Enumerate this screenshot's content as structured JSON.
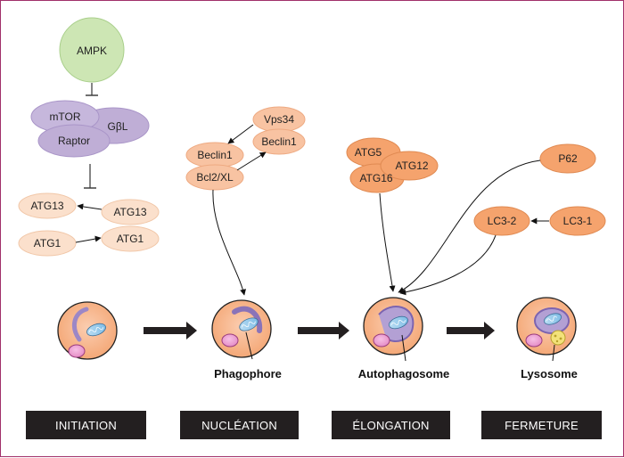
{
  "signaling": {
    "ampk": "AMPK",
    "mtor": "mTOR",
    "gbl": "GβL",
    "raptor": "Raptor",
    "atg13_left": "ATG13",
    "atg13_right": "ATG13",
    "atg1_left": "ATG1",
    "atg1_right": "ATG1",
    "vps34": "Vps34",
    "beclin1_top": "Beclin1",
    "beclin1_left": "Beclin1",
    "bcl2": "Bcl2/XL",
    "atg5": "ATG5",
    "atg12": "ATG12",
    "atg16": "ATG16",
    "p62": "P62",
    "lc3_2": "LC3-2",
    "lc3_1": "LC3-1"
  },
  "captions": {
    "phagophore": "Phagophore",
    "autophagosome": "Autophagosome",
    "lysosome": "Lysosome"
  },
  "stages": [
    "INITIATION",
    "NUCLÉATION",
    "ÉLONGATION",
    "FERMETURE"
  ],
  "colors": {
    "ampk": "#cde6b4",
    "mtor_complex": "#bfaed6",
    "atg_light": "#fbe0cc",
    "beclin": "#f8c3a2",
    "atg_dark": "#f5a36d",
    "cell": "#f7b88e",
    "stage_bar": "#231f20"
  }
}
